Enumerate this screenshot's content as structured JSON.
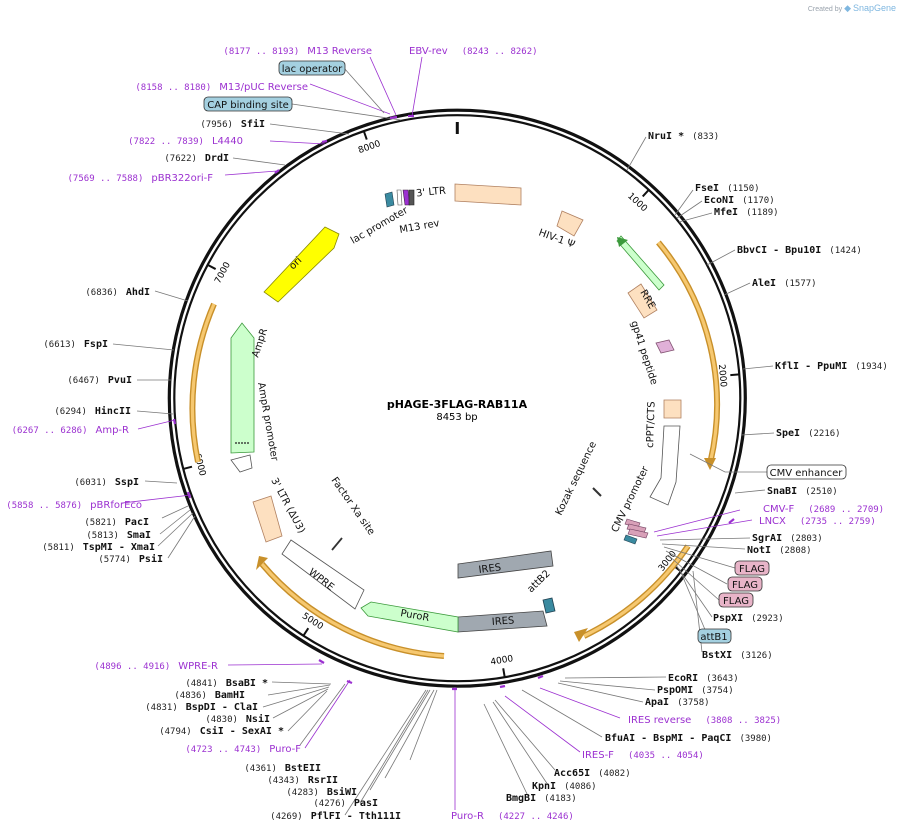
{
  "credit": {
    "prefix": "Created by",
    "brand": "SnapGene"
  },
  "plasmid": {
    "name": "pHAGE-3FLAG-RAB11A",
    "length": "8453 bp",
    "total_bp": 8453
  },
  "colors": {
    "backbone": "#111111",
    "primer": "#9b30d0",
    "ltr": "#fde0c0",
    "ori": "#ffff00",
    "ampr": "#ccffcc",
    "ires": "#a0a8b0",
    "orf": "#f6b84a",
    "flag": "#e8b4c8",
    "attb": "#a4d0e0"
  },
  "ticks": [
    {
      "bp": 1000,
      "label": "1000"
    },
    {
      "bp": 2000,
      "label": "2000"
    },
    {
      "bp": 3000,
      "label": "3000"
    },
    {
      "bp": 4000,
      "label": "4000"
    },
    {
      "bp": 5000,
      "label": "5000"
    },
    {
      "bp": 6000,
      "label": "6000"
    },
    {
      "bp": 7000,
      "label": "7000"
    },
    {
      "bp": 8000,
      "label": "8000"
    }
  ],
  "sites_right": [
    {
      "name": "NruI *",
      "pos": "(833)",
      "bp": 833
    },
    {
      "name": "FseI",
      "pos": "(1150)",
      "bp": 1150
    },
    {
      "name": "EcoNI",
      "pos": "(1170)",
      "bp": 1170
    },
    {
      "name": "MfeI",
      "pos": "(1189)",
      "bp": 1189
    },
    {
      "name": "BbvCI  - Bpu10I",
      "pos": "(1424)",
      "bp": 1424
    },
    {
      "name": "AleI",
      "pos": "(1577)",
      "bp": 1577
    },
    {
      "name": "KflI  - PpuMI",
      "pos": "(1934)",
      "bp": 1934
    },
    {
      "name": "SpeI",
      "pos": "(2216)",
      "bp": 2216
    },
    {
      "name": "SnaBI",
      "pos": "(2510)",
      "bp": 2510
    },
    {
      "name": "SgrAI",
      "pos": "(2803)",
      "bp": 2803
    },
    {
      "name": "NotI",
      "pos": "(2808)",
      "bp": 2808
    },
    {
      "name": "PspXI",
      "pos": "(2923)",
      "bp": 2923
    },
    {
      "name": "BstXI",
      "pos": "(3126)",
      "bp": 3126
    },
    {
      "name": "EcoRI",
      "pos": "(3643)",
      "bp": 3643
    },
    {
      "name": "PspOMI",
      "pos": "(3754)",
      "bp": 3754
    },
    {
      "name": "ApaI",
      "pos": "(3758)",
      "bp": 3758
    },
    {
      "name": "BfuAI  - BspMI  - PaqCI",
      "pos": "(3980)",
      "bp": 3980
    },
    {
      "name": "Acc65I",
      "pos": "(4082)",
      "bp": 4082
    },
    {
      "name": "KpnI",
      "pos": "(4086)",
      "bp": 4086
    },
    {
      "name": "BmgBI",
      "pos": "(4183)",
      "bp": 4183
    }
  ],
  "sites_left": [
    {
      "name": "SfiI",
      "pos": "(7956)",
      "bp": 7956
    },
    {
      "name": "DrdI",
      "pos": "(7622)",
      "bp": 7622
    },
    {
      "name": "AhdI",
      "pos": "(6836)",
      "bp": 6836
    },
    {
      "name": "FspI",
      "pos": "(6613)",
      "bp": 6613
    },
    {
      "name": "PvuI",
      "pos": "(6467)",
      "bp": 6467
    },
    {
      "name": "HincII",
      "pos": "(6294)",
      "bp": 6294
    },
    {
      "name": "SspI",
      "pos": "(6031)",
      "bp": 6031
    },
    {
      "name": "PacI",
      "pos": "(5821)",
      "bp": 5821
    },
    {
      "name": "SmaI",
      "pos": "(5813)",
      "bp": 5813
    },
    {
      "name": "TspMI  - XmaI",
      "pos": "(5811)",
      "bp": 5811
    },
    {
      "name": "PsiI",
      "pos": "(5774)",
      "bp": 5774
    },
    {
      "name": "BsaBI *",
      "pos": "(4841)",
      "bp": 4841
    },
    {
      "name": "BamHI",
      "pos": "(4836)",
      "bp": 4836
    },
    {
      "name": "BspDI  - ClaI",
      "pos": "(4831)",
      "bp": 4831
    },
    {
      "name": "NsiI",
      "pos": "(4830)",
      "bp": 4830
    },
    {
      "name": "CsiI  - SexAI *",
      "pos": "(4794)",
      "bp": 4794
    },
    {
      "name": "BstEII",
      "pos": "(4361)",
      "bp": 4361
    },
    {
      "name": "RsrII",
      "pos": "(4343)",
      "bp": 4343
    },
    {
      "name": "BsiWI",
      "pos": "(4283)",
      "bp": 4283
    },
    {
      "name": "PasI",
      "pos": "(4276)",
      "bp": 4276
    },
    {
      "name": "PflFI  - Tth111I",
      "pos": "(4269)",
      "bp": 4269
    }
  ],
  "primers": [
    {
      "name": "M13 Reverse",
      "pos": "(8177 .. 8193)"
    },
    {
      "name": "EBV-rev",
      "pos": "(8243 .. 8262)"
    },
    {
      "name": "M13/pUC Reverse",
      "pos": "(8158 .. 8180)"
    },
    {
      "name": "L4440",
      "pos": "(7822 .. 7839)"
    },
    {
      "name": "pBR322ori-F",
      "pos": "(7569 .. 7588)"
    },
    {
      "name": "Amp-R",
      "pos": "(6267 .. 6286)"
    },
    {
      "name": "pBRforEco",
      "pos": "(5858 .. 5876)"
    },
    {
      "name": "WPRE-R",
      "pos": "(4896 .. 4916)"
    },
    {
      "name": "Puro-F",
      "pos": "(4723 .. 4743)"
    },
    {
      "name": "Puro-R",
      "pos": "(4227 .. 4246)"
    },
    {
      "name": "IRES-F",
      "pos": "(4035 .. 4054)"
    },
    {
      "name": "IRES reverse",
      "pos": "(3808 .. 3825)"
    },
    {
      "name": "CMV-F",
      "pos": "(2689 .. 2709)"
    },
    {
      "name": "LNCX",
      "pos": "(2735 .. 2759)"
    }
  ],
  "boxed_features": {
    "lac_operator": "lac operator",
    "cap_site": "CAP binding site",
    "cmv_enhancer": "CMV enhancer",
    "flag1": "FLAG",
    "flag2": "FLAG",
    "flag3": "FLAG",
    "attb1": "attB1"
  },
  "features": {
    "ltr5": "3' LTR",
    "hiv_psi": "HIV-1 Ψ",
    "rre": "RRE",
    "gp41": "gp41 peptide",
    "cppt": "cPPT/CTS",
    "cmv_promoter": "CMV promoter",
    "kozak": "Kozak sequence",
    "ires1": "IRES",
    "ires2": "IRES",
    "attb2": "attB2",
    "puror": "PuroR",
    "wpre": "WPRE",
    "ltr3": "3' LTR (ΔU3)",
    "factor_xa": "Factor Xa site",
    "ampr": "AmpR",
    "ampr_promoter": "AmpR promoter",
    "ori": "ori",
    "lac_promoter": "lac promoter",
    "m13rev": "M13 rev"
  }
}
